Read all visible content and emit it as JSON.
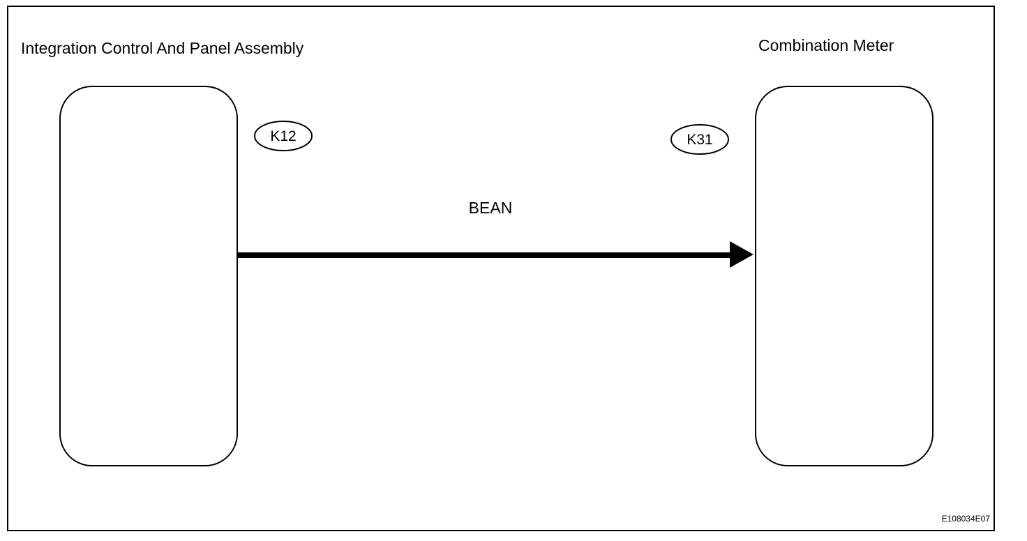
{
  "diagram": {
    "left_component": {
      "title": "Integration Control And Panel Assembly",
      "connector": "K12"
    },
    "right_component": {
      "title": "Combination Meter",
      "connector": "K31"
    },
    "signal": {
      "label": "BEAN",
      "from": "Integration Control And Panel Assembly",
      "to": "Combination Meter"
    },
    "figure_id": "E108034E07",
    "colors": {
      "line": "#000000",
      "background": "#ffffff"
    }
  }
}
